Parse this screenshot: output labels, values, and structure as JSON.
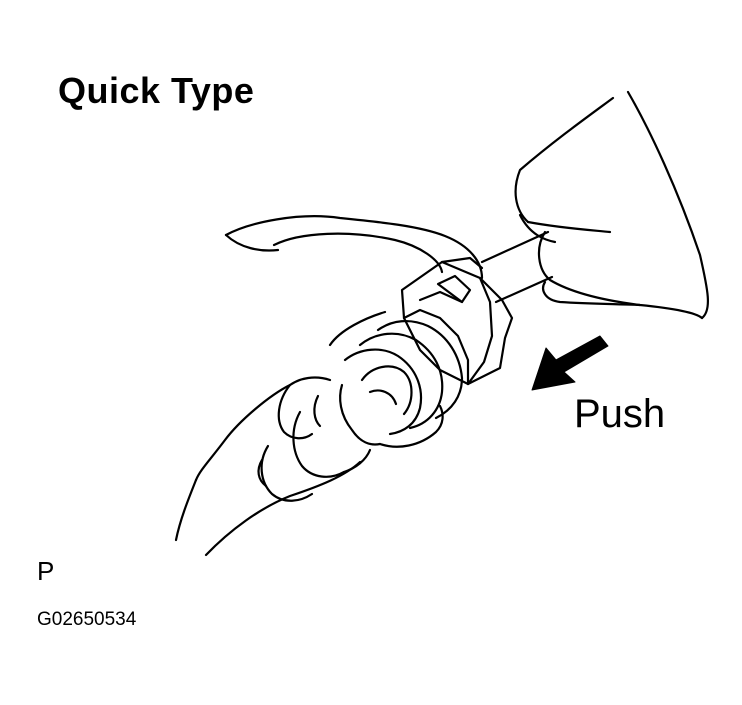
{
  "title": "Quick Type",
  "push_label": "Push",
  "marker": "P",
  "figure_code": "G02650534",
  "icons": {
    "push_arrow": "arrow-down-left-icon"
  },
  "colors": {
    "ink": "#000000",
    "background": "#ffffff"
  }
}
